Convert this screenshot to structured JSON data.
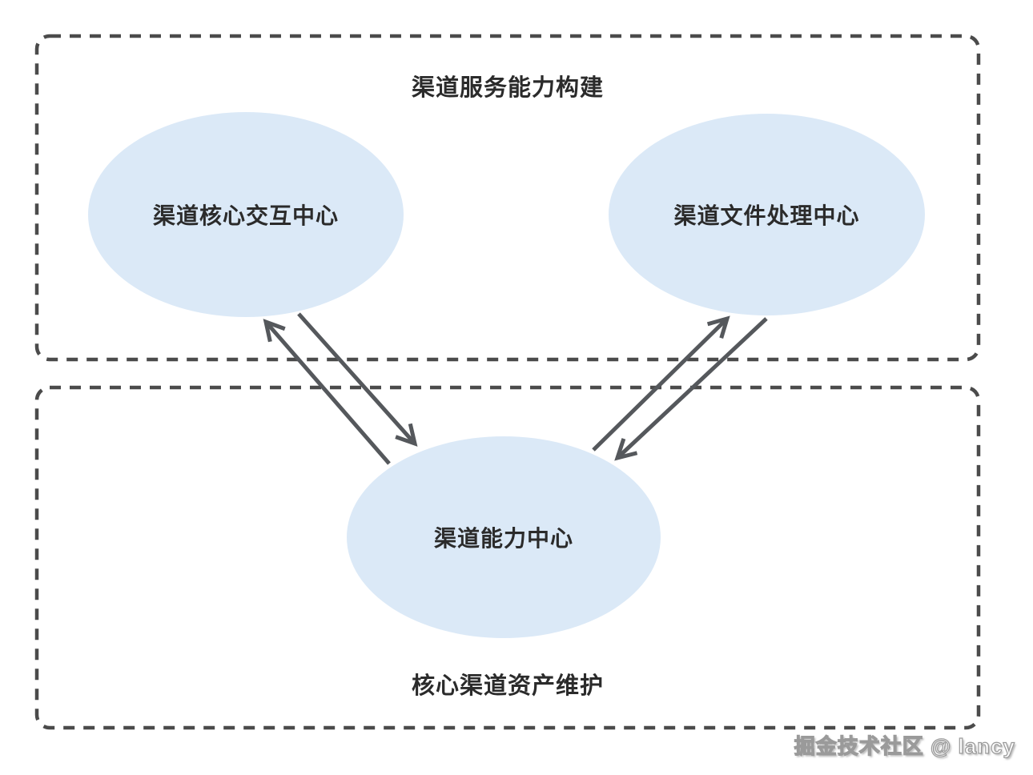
{
  "diagram": {
    "zones": [
      {
        "id": "zone-top",
        "title": "渠道服务能力构建",
        "nodes": [
          {
            "id": "channel-core-interaction-center",
            "label": "渠道核心交互中心"
          },
          {
            "id": "channel-file-processing-center",
            "label": "渠道文件处理中心"
          }
        ]
      },
      {
        "id": "zone-bottom",
        "title": "核心渠道资产维护",
        "nodes": [
          {
            "id": "channel-capability-center",
            "label": "渠道能力中心"
          }
        ]
      }
    ],
    "edges": [
      {
        "from": "channel-capability-center",
        "to": "channel-core-interaction-center",
        "direction": "bidirectional"
      },
      {
        "from": "channel-capability-center",
        "to": "channel-file-processing-center",
        "direction": "bidirectional"
      }
    ],
    "watermark": "掘金技术社区 @ lancy",
    "colors": {
      "background": "#ffffff",
      "node_fill": "#dbe9f7",
      "dashed_border": "#4b4b4b",
      "arrow": "#55585c",
      "text": "#2b2b2b",
      "watermark": "#9a9a9a"
    }
  }
}
